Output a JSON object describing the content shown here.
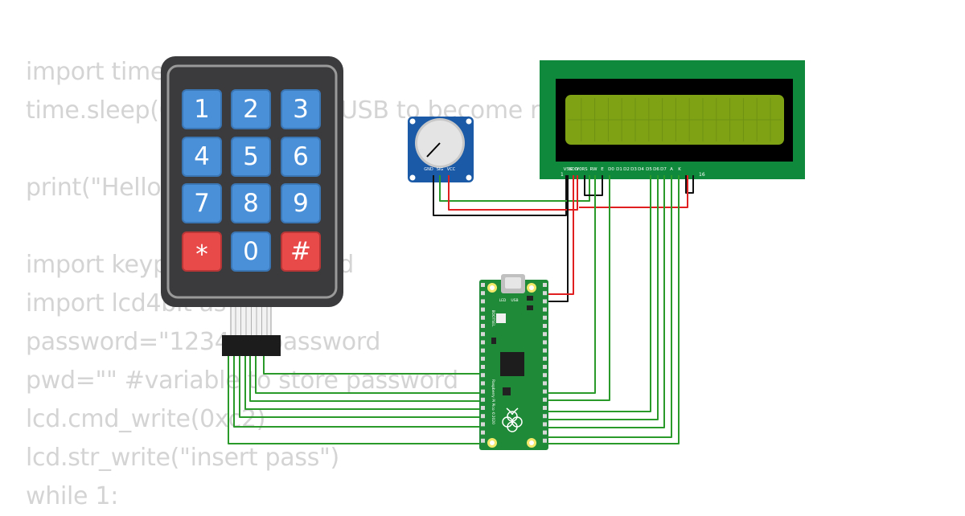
{
  "code_lines": [
    "import time",
    "time.sleep(0.1) # Wait for USB to become ready",
    "",
    "print(\"Hello, Pi Pico!\")",
    "",
    "import keypad from keypad",
    "import lcd4bit as lcd",
    "password=\"1234\" #password",
    "pwd=\"\" #variable to store password",
    "lcd.cmd_write(0xc2)",
    "lcd.str_write(\"insert pass\")",
    "while 1:"
  ],
  "keypad": {
    "keys": [
      [
        "1",
        "2",
        "3"
      ],
      [
        "4",
        "5",
        "6"
      ],
      [
        "7",
        "8",
        "9"
      ],
      [
        "*",
        "0",
        "#"
      ]
    ],
    "key_color": "#4a90d9",
    "special_key_color": "#e84a4a",
    "body_color": "#3b3b3d"
  },
  "potentiometer": {
    "pin_labels": [
      "GND",
      "SIG",
      "VCC"
    ],
    "board_color": "#1a5aa6"
  },
  "lcd": {
    "pin_labels": [
      "VSS",
      "VDD",
      "V0",
      "RS",
      "RW",
      "E",
      "D0",
      "D1",
      "D2",
      "D3",
      "D4",
      "D5",
      "D6",
      "D7",
      "A",
      "K"
    ],
    "pin_first": "1",
    "pin_last": "16",
    "board_color": "#0f8a3c",
    "screen_color": "#7fa215"
  },
  "pico": {
    "board_color": "#1f8a38",
    "usb_label": "USB",
    "led_label": "LED",
    "bootsel_label": "BOOTSEL",
    "name_label": "Raspberry Pi Pico ©2020"
  },
  "wire_colors": {
    "signal": "#2a9a2a",
    "power": "#e02020",
    "ground": "#111111"
  }
}
